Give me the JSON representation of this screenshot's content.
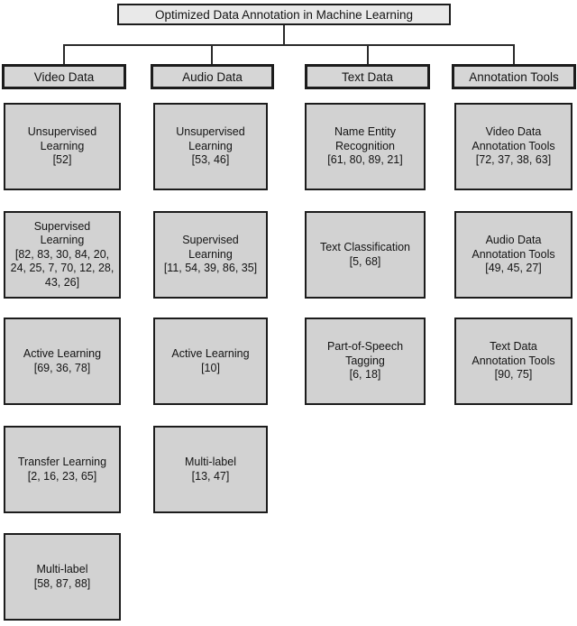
{
  "diagram": {
    "title": "Optimized Data Annotation in Machine Learning",
    "colors": {
      "box_fill": "#d2d2d2",
      "title_fill": "#e9e9e9",
      "border": "#1c1c1c",
      "connector": "#2a2a2a"
    },
    "columns": [
      {
        "header": "Video Data",
        "nodes": [
          {
            "label": "Unsupervised\nLearning",
            "refs": "[52]"
          },
          {
            "label": "Supervised\nLearning",
            "refs": "[82, 83, 30, 84, 20, 24, 25, 7, 70, 12, 28, 43, 26]"
          },
          {
            "label": "Active Learning",
            "refs": "[69, 36, 78]"
          },
          {
            "label": "Transfer Learning",
            "refs": "[2, 16, 23, 65]"
          },
          {
            "label": "Multi-label",
            "refs": "[58, 87, 88]"
          }
        ]
      },
      {
        "header": "Audio Data",
        "nodes": [
          {
            "label": "Unsupervised\nLearning",
            "refs": "[53, 46]"
          },
          {
            "label": "Supervised\nLearning",
            "refs": "[11, 54, 39, 86, 35]"
          },
          {
            "label": "Active Learning",
            "refs": "[10]"
          },
          {
            "label": "Multi-label",
            "refs": "[13, 47]"
          }
        ]
      },
      {
        "header": "Text Data",
        "nodes": [
          {
            "label": "Name Entity\nRecognition",
            "refs": "[61, 80, 89, 21]"
          },
          {
            "label": "Text Classification",
            "refs": "[5, 68]"
          },
          {
            "label": "Part-of-Speech\nTagging",
            "refs": "[6, 18]"
          }
        ]
      },
      {
        "header": "Annotation Tools",
        "nodes": [
          {
            "label": "Video Data\nAnnotation Tools",
            "refs": "[72, 37, 38, 63]"
          },
          {
            "label": "Audio Data\nAnnotation Tools",
            "refs": "[49, 45, 27]"
          },
          {
            "label": "Text Data\nAnnotation Tools",
            "refs": "[90, 75]"
          }
        ]
      }
    ]
  }
}
